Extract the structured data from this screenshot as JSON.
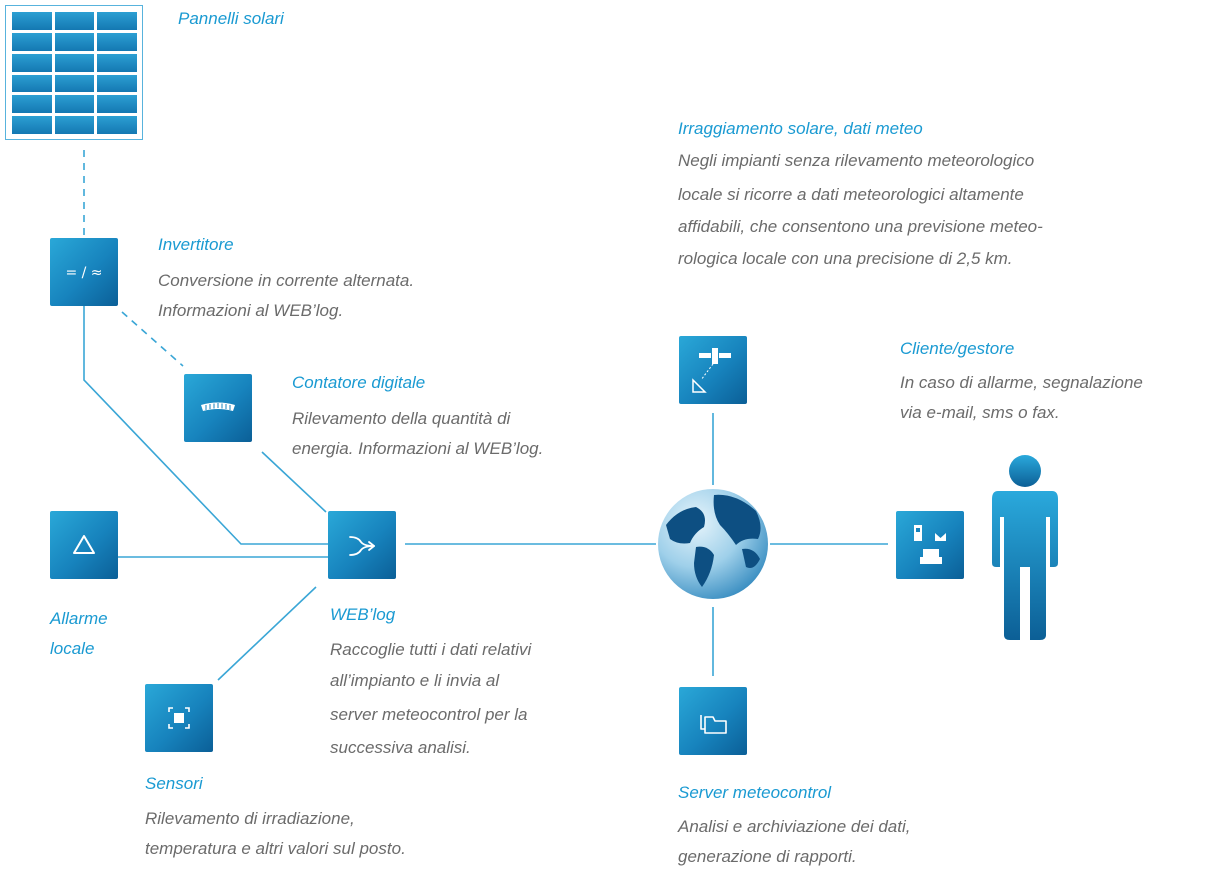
{
  "solar_panels": {
    "title": "Pannelli solari"
  },
  "inverter": {
    "icon": "inverter-icon",
    "symbol": "= / ≈",
    "title": "Invertitore",
    "lines": [
      "Conversione in corrente alternata.",
      "Informazioni al WEB’log."
    ]
  },
  "digital_meter": {
    "icon": "meter-icon",
    "title": "Contatore digitale",
    "lines": [
      "Rilevamento della quantità di",
      "energia. Informazioni al WEB’log."
    ]
  },
  "local_alarm": {
    "icon": "warning-triangle-icon",
    "lines": [
      "Allarme",
      "locale"
    ]
  },
  "weblog": {
    "icon": "merge-arrows-icon",
    "title": "WEB’log",
    "lines": [
      "Raccoglie tutti i dati relativi",
      "all’impianto e li invia al",
      "server meteocontrol per la",
      "successiva analisi."
    ]
  },
  "sensors": {
    "icon": "sensor-icon",
    "title": "Sensori",
    "lines": [
      "Rilevamento di irradiazione,",
      "temperatura e altri valori sul posto."
    ]
  },
  "weather": {
    "icon": "satellite-icon",
    "title": "Irraggiamento solare, dati meteo",
    "lines": [
      "Negli impianti senza rilevamento meteorologico",
      "locale si ricorre a dati meteorologici altamente",
      "affidabili, che consentono una previsione meteo-",
      "rologica locale con una precisione di 2,5 km."
    ]
  },
  "internet": {
    "icon": "globe-icon"
  },
  "server": {
    "icon": "folders-icon",
    "title": "Server meteocontrol",
    "lines": [
      "Analisi e archiviazione dei dati,",
      "generazione di rapporti."
    ]
  },
  "customer": {
    "icon": "phone-mail-fax-icon",
    "person_icon": "person-icon",
    "title": "Cliente/gestore",
    "lines": [
      "In caso di allarme, segnalazione",
      "via e-mail, sms o fax."
    ]
  },
  "colors": {
    "accent": "#1a9ad2",
    "node_light": "#2aa8d8",
    "node_dark": "#0b5f97",
    "text_gray": "#6b6b6b",
    "line": "#3aa6d6"
  }
}
